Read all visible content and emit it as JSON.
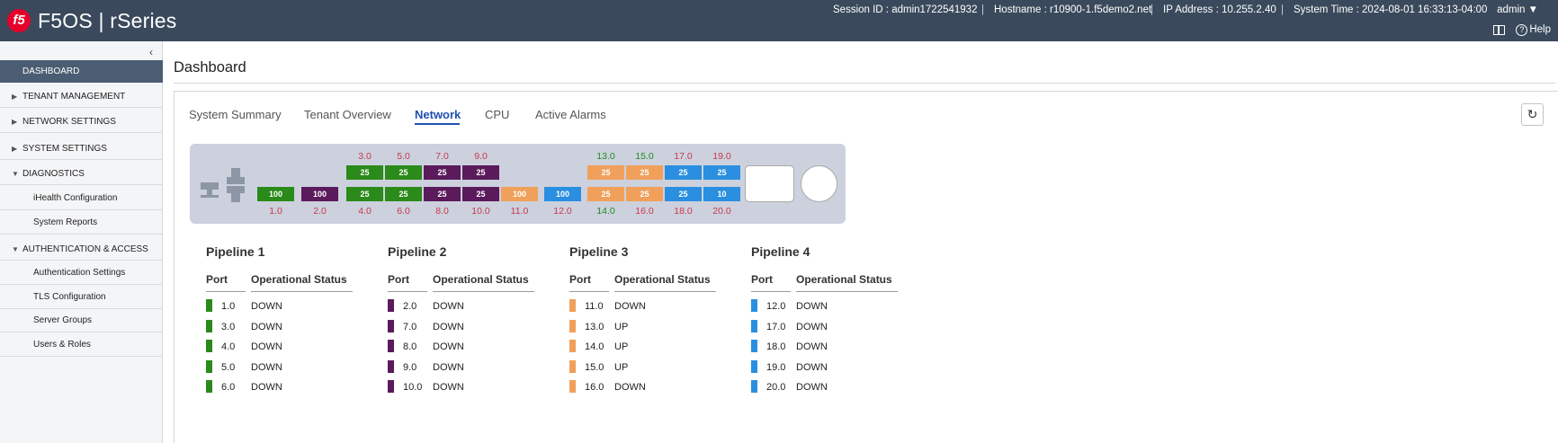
{
  "header": {
    "logo": "f5",
    "brand": "F5OS | rSeries",
    "session": "Session ID : admin1722541932",
    "hostname": "Hostname : r10900-1.f5demo2.net",
    "ip": "IP Address : 10.255.2.40",
    "time": "System Time : 2024-08-01 16:33:13-04:00",
    "user": "admin",
    "help": "Help"
  },
  "sidebar": {
    "items": [
      {
        "label": "DASHBOARD"
      },
      {
        "label": "TENANT MANAGEMENT"
      },
      {
        "label": "NETWORK SETTINGS"
      },
      {
        "label": "SYSTEM SETTINGS"
      },
      {
        "label": "DIAGNOSTICS"
      },
      {
        "label": "iHealth Configuration"
      },
      {
        "label": "System Reports"
      },
      {
        "label": "AUTHENTICATION & ACCESS"
      },
      {
        "label": "Authentication Settings"
      },
      {
        "label": "TLS Configuration"
      },
      {
        "label": "Server Groups"
      },
      {
        "label": "Users & Roles"
      }
    ]
  },
  "main": {
    "title": "Dashboard",
    "tabs": [
      {
        "label": "System Summary"
      },
      {
        "label": "Tenant Overview"
      },
      {
        "label": "Network"
      },
      {
        "label": "CPU"
      },
      {
        "label": "Active Alarms"
      }
    ]
  },
  "colors": {
    "p1": "#2a8a1a",
    "p2": "#5b1a5b",
    "p3": "#f0a05a",
    "p4": "#2a8fe0"
  },
  "ports": {
    "top": [
      {
        "label": "3.0",
        "speed": "25"
      },
      {
        "label": "5.0",
        "speed": "25"
      },
      {
        "label": "7.0",
        "speed": "25"
      },
      {
        "label": "9.0",
        "speed": "25"
      },
      {
        "label": "13.0",
        "speed": "25"
      },
      {
        "label": "15.0",
        "speed": "25"
      },
      {
        "label": "17.0",
        "speed": "25"
      },
      {
        "label": "19.0",
        "speed": "25"
      }
    ],
    "bottom": [
      {
        "label": "1.0",
        "speed": "100"
      },
      {
        "label": "2.0",
        "speed": "100"
      },
      {
        "label": "4.0",
        "speed": "25"
      },
      {
        "label": "6.0",
        "speed": "25"
      },
      {
        "label": "8.0",
        "speed": "25"
      },
      {
        "label": "10.0",
        "speed": "25"
      },
      {
        "label": "11.0",
        "speed": "100"
      },
      {
        "label": "12.0",
        "speed": "100"
      },
      {
        "label": "14.0",
        "speed": "25"
      },
      {
        "label": "16.0",
        "speed": "25"
      },
      {
        "label": "18.0",
        "speed": "25"
      },
      {
        "label": "20.0",
        "speed": "10"
      }
    ]
  },
  "pipelines": [
    {
      "title": "Pipeline 1",
      "port_head": "Port",
      "status_head": "Operational Status",
      "rows": [
        {
          "port": "1.0",
          "status": "DOWN"
        },
        {
          "port": "3.0",
          "status": "DOWN"
        },
        {
          "port": "4.0",
          "status": "DOWN"
        },
        {
          "port": "5.0",
          "status": "DOWN"
        },
        {
          "port": "6.0",
          "status": "DOWN"
        }
      ]
    },
    {
      "title": "Pipeline 2",
      "port_head": "Port",
      "status_head": "Operational Status",
      "rows": [
        {
          "port": "2.0",
          "status": "DOWN"
        },
        {
          "port": "7.0",
          "status": "DOWN"
        },
        {
          "port": "8.0",
          "status": "DOWN"
        },
        {
          "port": "9.0",
          "status": "DOWN"
        },
        {
          "port": "10.0",
          "status": "DOWN"
        }
      ]
    },
    {
      "title": "Pipeline 3",
      "port_head": "Port",
      "status_head": "Operational Status",
      "rows": [
        {
          "port": "11.0",
          "status": "DOWN"
        },
        {
          "port": "13.0",
          "status": "UP"
        },
        {
          "port": "14.0",
          "status": "UP"
        },
        {
          "port": "15.0",
          "status": "UP"
        },
        {
          "port": "16.0",
          "status": "DOWN"
        }
      ]
    },
    {
      "title": "Pipeline 4",
      "port_head": "Port",
      "status_head": "Operational Status",
      "rows": [
        {
          "port": "12.0",
          "status": "DOWN"
        },
        {
          "port": "17.0",
          "status": "DOWN"
        },
        {
          "port": "18.0",
          "status": "DOWN"
        },
        {
          "port": "19.0",
          "status": "DOWN"
        },
        {
          "port": "20.0",
          "status": "DOWN"
        }
      ]
    }
  ]
}
